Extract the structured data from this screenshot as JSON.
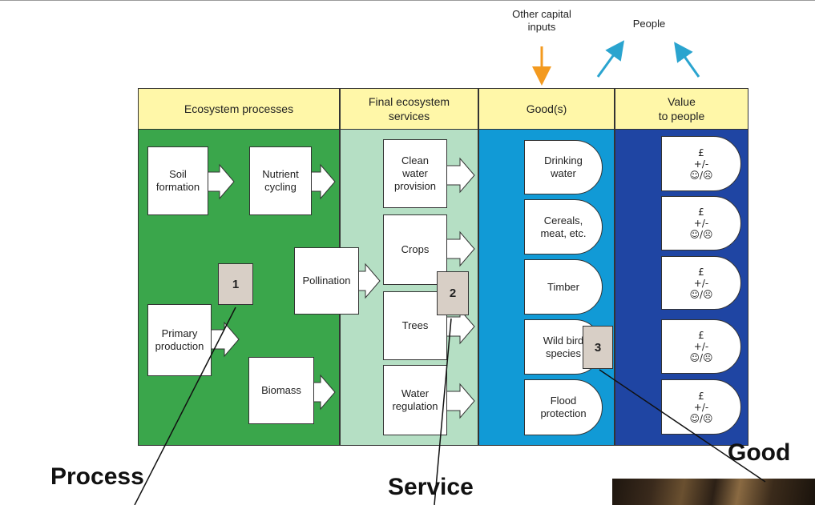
{
  "top_labels": {
    "other_capital_inputs": "Other capital\ninputs",
    "people": "People"
  },
  "headers": {
    "ecosystem_processes": "Ecosystem processes",
    "final_ecosystem_services": "Final ecosystem\nservices",
    "goods": "Good(s)",
    "value_to_people": "Value\nto people"
  },
  "processes": {
    "soil_formation": "Soil\nformation",
    "nutrient_cycling": "Nutrient\ncycling",
    "pollination": "Pollination",
    "primary_production": "Primary\nproduction",
    "biomass": "Biomass"
  },
  "services": {
    "clean_water": "Clean\nwater\nprovision",
    "crops": "Crops",
    "trees": "Trees",
    "water_regulation": "Water\nregulation"
  },
  "goods": {
    "drinking_water": "Drinking\nwater",
    "cereals_meat": "Cereals,\nmeat, etc.",
    "timber": "Timber",
    "wild_bird": "Wild bird\nspecies",
    "flood_protection": "Flood\nprotection"
  },
  "value": {
    "pound": "£",
    "plus_minus": "+/-",
    "faces": "☺/☹"
  },
  "markers": {
    "one": "1",
    "two": "2",
    "three": "3"
  },
  "callouts": {
    "process": "Process",
    "service": "Service",
    "good": "Good"
  },
  "colors": {
    "header_yellow": "#fff7a8",
    "process_green": "#3aa64b",
    "service_mint": "#b5dfc4",
    "goods_blue": "#119ad6",
    "value_navy": "#1f45a3",
    "arrow_orange": "#f39a1f",
    "arrow_cyan": "#2aa4cf",
    "marker_fill": "#d8cfc6"
  }
}
